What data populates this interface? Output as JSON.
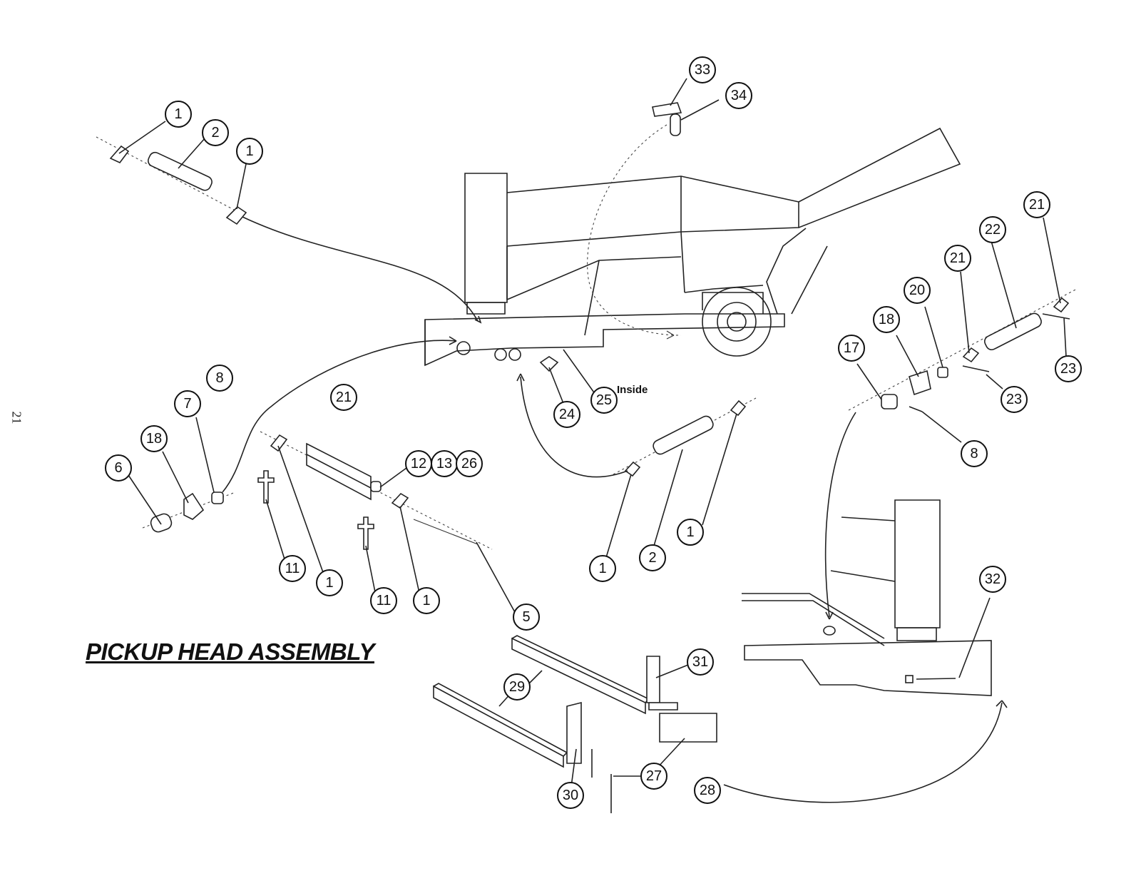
{
  "title": "PICKUP HEAD ASSEMBLY",
  "page_number": "21",
  "note_inside": "Inside",
  "callouts": {
    "c1a": "1",
    "c2a": "2",
    "c1b": "1",
    "c33": "33",
    "c34": "34",
    "c21a": "21",
    "c22": "22",
    "c21b": "21",
    "c20": "20",
    "c18b": "18",
    "c17": "17",
    "c23a": "23",
    "c23b": "23",
    "c8b": "8",
    "c8a": "8",
    "c7": "7",
    "c18a": "18",
    "c6": "6",
    "c21c": "21",
    "c24": "24",
    "c25": "25",
    "c12": "12",
    "c13": "13",
    "c26": "26",
    "c11a": "11",
    "c1c": "1",
    "c11b": "11",
    "c1d": "1",
    "c5": "5",
    "c1e": "1",
    "c2b": "2",
    "c1f": "1",
    "c32": "32",
    "c31": "31",
    "c29": "29",
    "c27": "27",
    "c30": "30",
    "c28": "28"
  }
}
